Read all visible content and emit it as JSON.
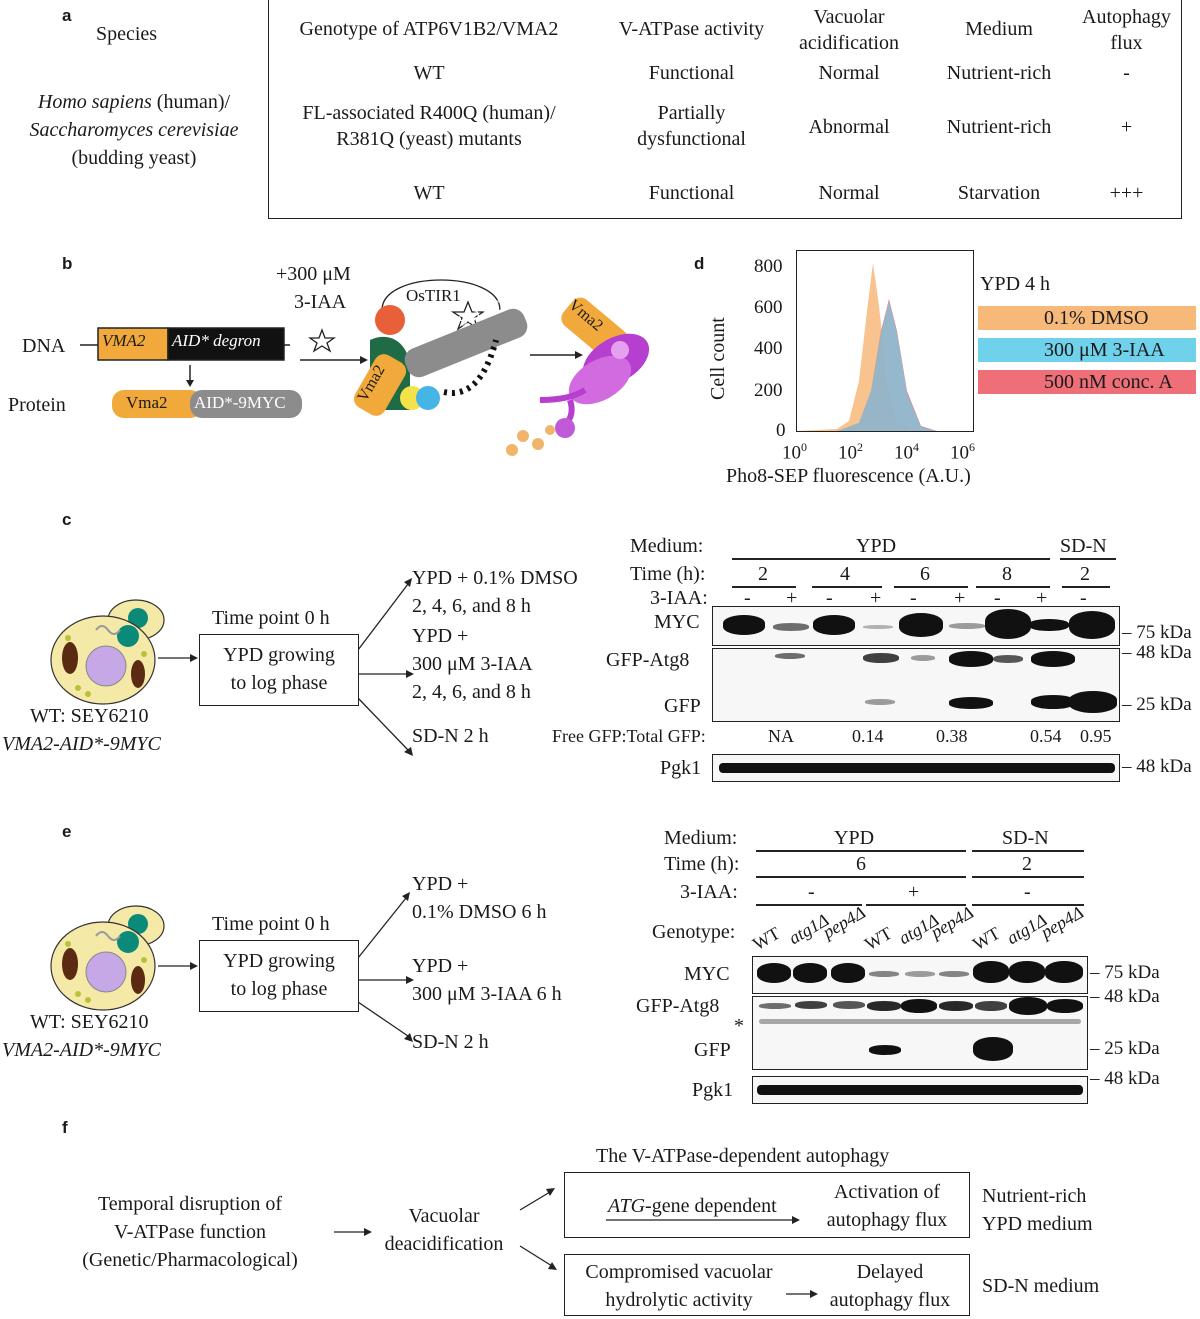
{
  "panels": {
    "a": "a",
    "b": "b",
    "c": "c",
    "d": "d",
    "e": "e",
    "f": "f"
  },
  "panel_a": {
    "species_header": "Species",
    "species_name_italic": "Homo sapiens",
    "species_name_rest": " (human)/",
    "species_line2_italic": "Saccharomyces cerevisiae",
    "species_line3": "(budding yeast)",
    "headers": [
      "Genotype of ATP6V1B2/VMA2",
      "V-ATPase activity",
      "Vacuolar acidification",
      "Medium",
      "Autophagy flux"
    ],
    "rows": [
      [
        "WT",
        "Functional",
        "Normal",
        "Nutrient-rich",
        "-"
      ],
      [
        "FL-associated R400Q (human)/ R381Q (yeast) mutants",
        "Partially dysfunctional",
        "Abnormal",
        "Nutrient-rich",
        "+"
      ],
      [
        "WT",
        "Functional",
        "Normal",
        "Starvation",
        "+++"
      ]
    ]
  },
  "panel_b": {
    "dna_label": "DNA",
    "protein_label": "Protein",
    "vma2_label": "VMA2",
    "degron_label": "AID* degron",
    "protein_vma2": "Vma2",
    "protein_tag": "AID*-9MYC",
    "treatment_line1": "+300 μM",
    "treatment_line2": "3-IAA",
    "ostir1": "OsTIR1",
    "complex_vma2": "Vma2",
    "complex_tag": "AID*-9MYC",
    "degraded_vma2": "Vma2",
    "colors": {
      "vma2": "#f2a93b",
      "tag": "#8c8c8c",
      "green": "#1f6b45",
      "purple": "#b63fd0"
    }
  },
  "panel_d": {
    "title": "YPD 4 h",
    "ylabel": "Cell count",
    "xlabel": "Pho8-SEP fluorescence (A.U.)",
    "yticks": [
      "800",
      "600",
      "400",
      "200",
      "0"
    ],
    "xticks_base": [
      "10",
      "10",
      "10",
      "10"
    ],
    "xticks_exp": [
      "0",
      "2",
      "4",
      "6"
    ],
    "legend": [
      {
        "label": "0.1% DMSO",
        "color": "#f7b97a"
      },
      {
        "label": "300 μM 3-IAA",
        "color": "#6fd1ea"
      },
      {
        "label": "500 nM conc. A",
        "color": "#ee6f78"
      }
    ]
  },
  "panel_c": {
    "cell_line1": "WT: SEY6210",
    "cell_line2": "VMA2-AID*-9MYC",
    "time_point": "Time point 0 h",
    "box_line1": "YPD growing",
    "box_line2": "to log phase",
    "arm1_line1": "YPD + 0.1% DMSO",
    "arm1_line2": "2, 4, 6, and 8 h",
    "arm2_line1": "YPD +",
    "arm2_line2": "300 μM 3-IAA",
    "arm2_line3": "2, 4, 6, and 8 h",
    "arm3": "SD-N 2 h",
    "medium_label": "Medium:",
    "time_label": "Time (h):",
    "iaa_label": "3-IAA:",
    "medium_ypd": "YPD",
    "medium_sdn": "SD-N",
    "times": [
      "2",
      "4",
      "6",
      "8",
      "2"
    ],
    "iaa_signs": [
      "-",
      "+",
      "-",
      "+",
      "-",
      "+",
      "-",
      "+",
      "-"
    ],
    "rows": [
      "MYC",
      "GFP-Atg8",
      "GFP",
      "Pgk1"
    ],
    "ratio_label": "Free GFP:Total GFP:",
    "ratios": [
      "NA",
      "0.14",
      "0.38",
      "0.54",
      "0.95"
    ],
    "markers": [
      "75 kDa",
      "48 kDa",
      "25 kDa",
      "48 kDa"
    ]
  },
  "panel_e": {
    "cell_line1": "WT: SEY6210",
    "cell_line2": "VMA2-AID*-9MYC",
    "time_point": "Time point 0 h",
    "box_line1": "YPD growing",
    "box_line2": "to log phase",
    "arm1_line1": "YPD +",
    "arm1_line2": "0.1% DMSO 6 h",
    "arm2_line1": "YPD +",
    "arm2_line2": "300 μM 3-IAA 6 h",
    "arm3": "SD-N 2 h",
    "medium_label": "Medium:",
    "time_label": "Time (h):",
    "iaa_label": "3-IAA:",
    "genotype_label": "Genotype:",
    "medium_ypd": "YPD",
    "medium_sdn": "SD-N",
    "time_6": "6",
    "time_2": "2",
    "iaa_signs": [
      "-",
      "+",
      "-"
    ],
    "genotypes": [
      "WT",
      "atg1Δ",
      "pep4Δ",
      "WT",
      "atg1Δ",
      "pep4Δ",
      "WT",
      "atg1Δ",
      "pep4Δ"
    ],
    "rows": [
      "MYC",
      "GFP-Atg8",
      "*",
      "GFP",
      "Pgk1"
    ],
    "markers": [
      "75 kDa",
      "48 kDa",
      "25 kDa",
      "48 kDa"
    ]
  },
  "panel_f": {
    "start_line1": "Temporal disruption of",
    "start_line2": "V-ATPase function",
    "start_line3": "(Genetic/Pharmacological)",
    "mid_line1": "Vacuolar",
    "mid_line2": "deacidification",
    "top_title": "The V-ATPase-dependent autophagy",
    "top_left_italic": "ATG",
    "top_left_rest": "-gene dependent",
    "top_right_line1": "Activation of",
    "top_right_line2": "autophagy flux",
    "top_medium_line1": "Nutrient-rich",
    "top_medium_line2": "YPD medium",
    "bot_left_line1": "Compromised vacuolar",
    "bot_left_line2": "hydrolytic activity",
    "bot_right_line1": "Delayed",
    "bot_right_line2": "autophagy flux",
    "bot_medium": "SD-N medium"
  }
}
